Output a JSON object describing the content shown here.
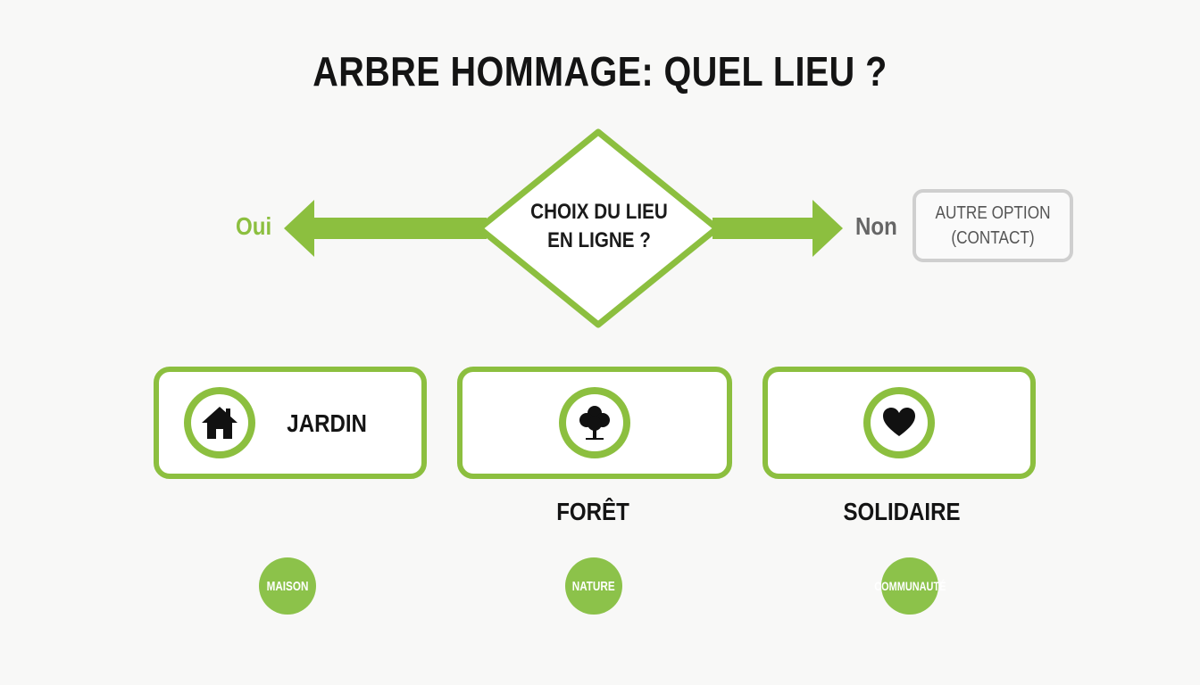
{
  "title": "ARBRE HOMMAGE: QUEL LIEU ?",
  "decision": {
    "line1": "CHOIX DU LIEU",
    "line2": "EN LIGNE ?"
  },
  "branches": {
    "yes": "Oui",
    "no": "Non"
  },
  "contact": {
    "line1": "AUTRE OPTION",
    "line2": "(CONTACT)"
  },
  "options": [
    {
      "label": "JARDIN",
      "icon": "house-icon",
      "badge": "MAISON"
    },
    {
      "label": "FORÊT",
      "icon": "tree-icon",
      "badge": "NATURE"
    },
    {
      "label": "SOLIDAIRE",
      "icon": "heart-icon",
      "badge": "COMMUNAUTÉ"
    }
  ],
  "colors": {
    "accent": "#8cbf3f",
    "text": "#141414",
    "muted": "#666666",
    "border_grey": "#cfcfcf"
  }
}
